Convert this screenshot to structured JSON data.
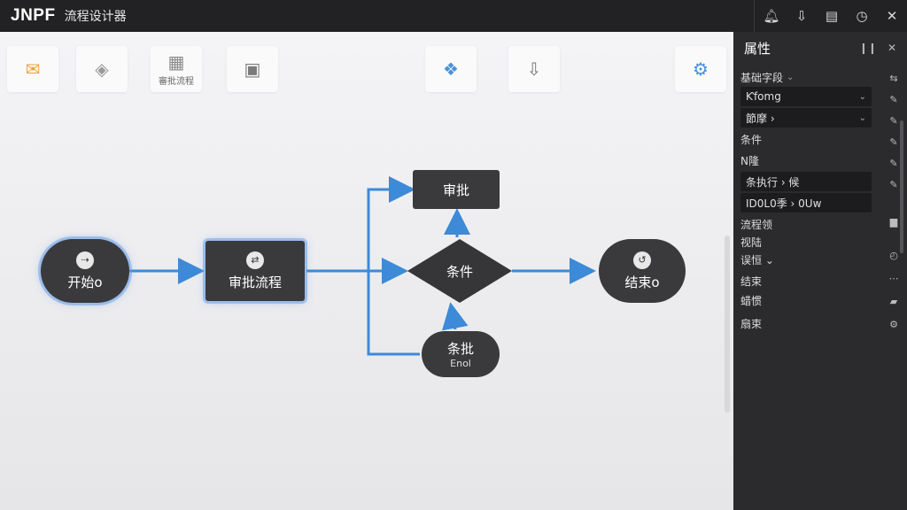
{
  "app": {
    "brand": "JNPF",
    "title": "流程设计器"
  },
  "topbar_icons": [
    "bell-icon",
    "pin-icon",
    "calendar-check-icon",
    "clock-icon",
    "close-icon"
  ],
  "toolbar": [
    {
      "name": "tool-start",
      "icon": "✉",
      "color": "#f0a040",
      "label": ""
    },
    {
      "name": "tool-layers",
      "icon": "◈",
      "color": "#9a9a9a",
      "label": ""
    },
    {
      "name": "tool-approval",
      "icon": "▦",
      "color": "#8a8a8a",
      "label": "審批流程"
    },
    {
      "name": "tool-copy",
      "icon": "▣",
      "color": "#7a7a7a",
      "label": ""
    },
    {
      "name": "tool-branch",
      "icon": "❖",
      "color": "#4a90d8",
      "label": ""
    },
    {
      "name": "tool-download",
      "icon": "⇩",
      "color": "#7a7a7a",
      "label": ""
    },
    {
      "name": "tool-settings",
      "icon": "⚙",
      "color": "#4a90d8",
      "label": ""
    }
  ],
  "nodes": {
    "start": {
      "icon": "⇢",
      "text": "开始o"
    },
    "approve_flow": {
      "icon": "⇄",
      "text": "审批流程"
    },
    "approve": {
      "text": "审批"
    },
    "condition": {
      "text": "条件"
    },
    "cond_batch": {
      "text": "条批",
      "sub": "Enol"
    },
    "end": {
      "icon": "↺",
      "text": "结束o"
    }
  },
  "panel": {
    "title": "属性",
    "section_label": "基础字段",
    "rows": [
      {
        "type": "field",
        "text": "Ƙfomg",
        "chev": "⌄"
      },
      {
        "type": "field",
        "text": "節摩 ›",
        "chev": "⌄"
      },
      {
        "type": "label",
        "text": "条件"
      },
      {
        "type": "label",
        "text": "N隆"
      },
      {
        "type": "field",
        "text": "条执行 › 候",
        "chev": ""
      },
      {
        "type": "field",
        "text": "ID0L0季 › 0Uw",
        "chev": ""
      },
      {
        "type": "label",
        "text": "流程领"
      },
      {
        "type": "label",
        "text": "视陆"
      },
      {
        "type": "label",
        "text": "误恒 ⌄"
      },
      {
        "type": "label",
        "text": "结束"
      },
      {
        "type": "label",
        "text": "蜡惯"
      },
      {
        "type": "label",
        "text": "扇束"
      }
    ]
  }
}
